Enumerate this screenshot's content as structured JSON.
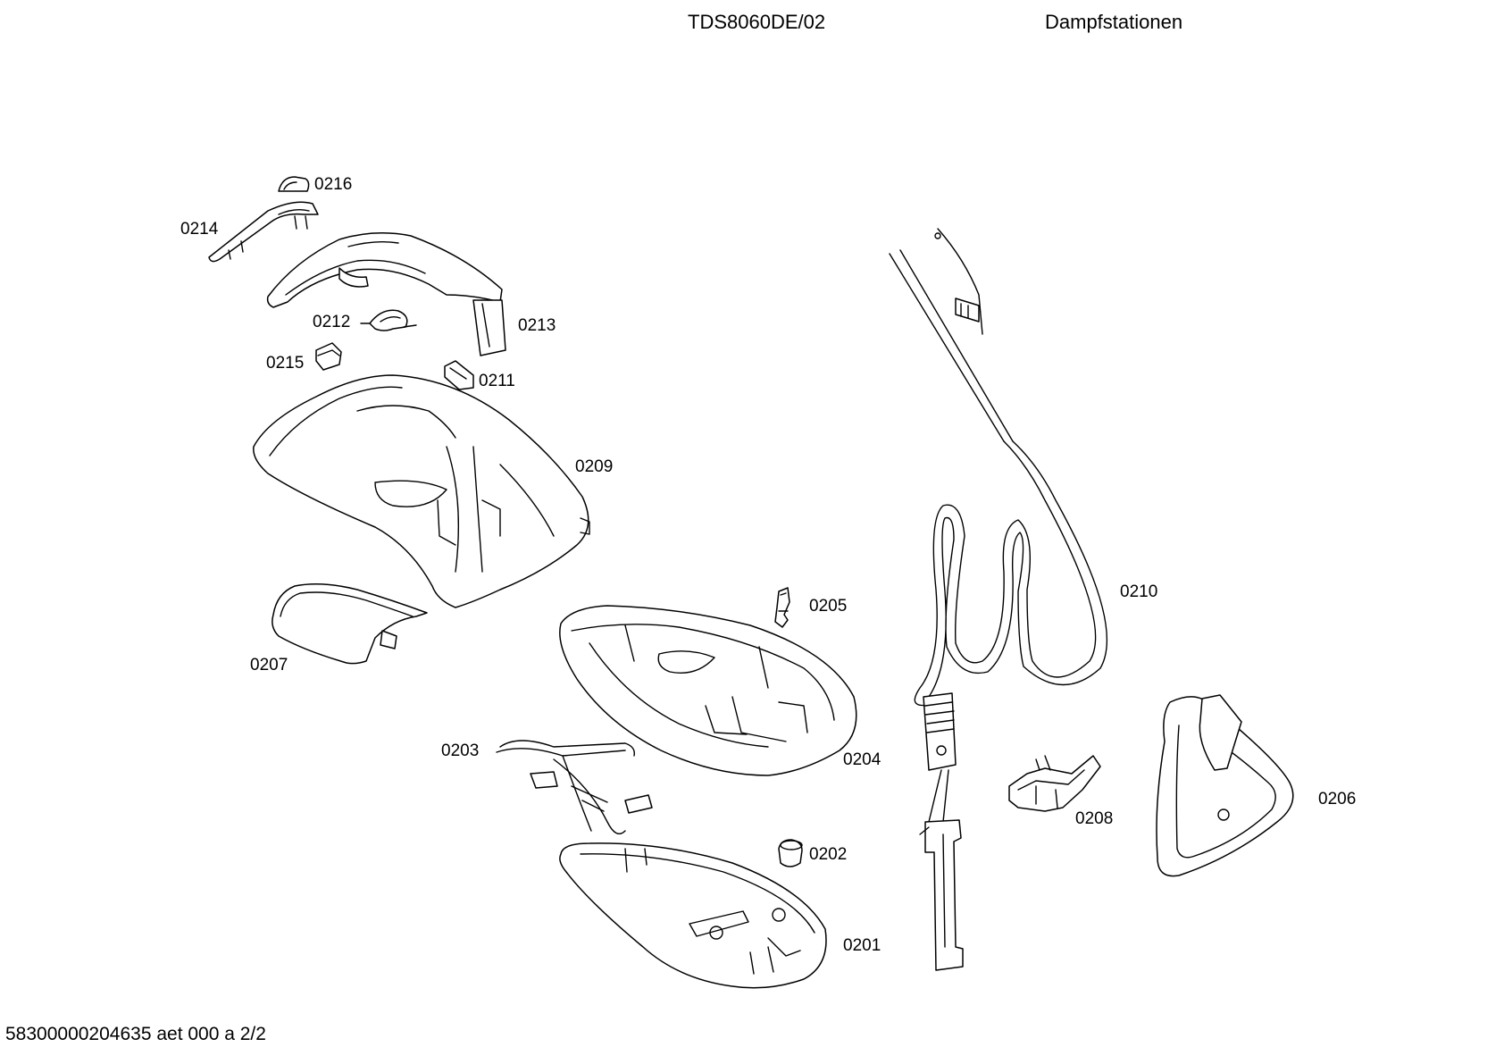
{
  "header": {
    "model": "TDS8060DE/02",
    "category": "Dampfstationen"
  },
  "footer": {
    "doc_code": "58300000204635 aet 000 a 2/2"
  },
  "parts": [
    {
      "id": "p0201",
      "label": "0201"
    },
    {
      "id": "p0202",
      "label": "0202"
    },
    {
      "id": "p0203",
      "label": "0203"
    },
    {
      "id": "p0204",
      "label": "0204"
    },
    {
      "id": "p0205",
      "label": "0205"
    },
    {
      "id": "p0206",
      "label": "0206"
    },
    {
      "id": "p0207",
      "label": "0207"
    },
    {
      "id": "p0208",
      "label": "0208"
    },
    {
      "id": "p0209",
      "label": "0209"
    },
    {
      "id": "p0210",
      "label": "0210"
    },
    {
      "id": "p0211",
      "label": "0211"
    },
    {
      "id": "p0212",
      "label": "0212"
    },
    {
      "id": "p0213",
      "label": "0213"
    },
    {
      "id": "p0214",
      "label": "0214"
    },
    {
      "id": "p0215",
      "label": "0215"
    },
    {
      "id": "p0216",
      "label": "0216"
    }
  ]
}
